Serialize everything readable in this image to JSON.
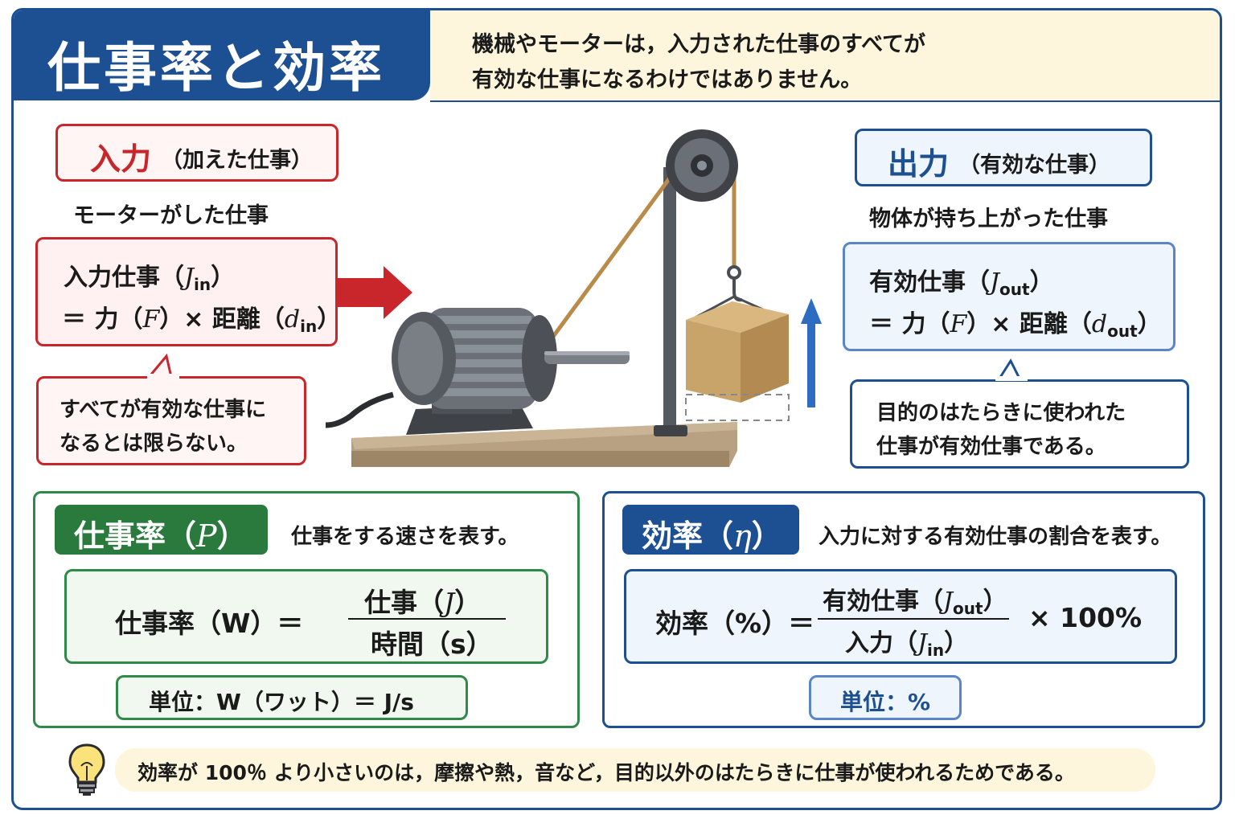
{
  "header": {
    "title": "仕事率と効率",
    "intro_line1": "機械やモーターは，入力された仕事のすべてが",
    "intro_line2": "有効な仕事になるわけではありません。"
  },
  "input_side": {
    "label_main": "入力",
    "label_sub": "（加えた仕事）",
    "caption": "モーターがした仕事",
    "formula_line1_prefix": "入力仕事（",
    "formula_var_j": "J",
    "formula_sub_in": "in",
    "formula_close": "）",
    "formula_line2_prefix": "＝ 力（",
    "formula_var_f": "F",
    "formula_line2_mid": "）× 距離（",
    "formula_var_d": "d",
    "callout_line1": "すべてが有効な仕事に",
    "callout_line2": "なるとは限らない。"
  },
  "output_side": {
    "label_main": "出力",
    "label_sub": "（有効な仕事）",
    "caption": "物体が持ち上がった仕事",
    "formula_line1_prefix": "有効仕事（",
    "formula_var_j": "J",
    "formula_sub_out": "out",
    "formula_close": "）",
    "formula_line2_prefix": "＝ 力（",
    "formula_var_f": "F",
    "formula_line2_mid": "）× 距離（",
    "formula_var_d": "d",
    "callout_line1": "目的のはたらきに使われた",
    "callout_line2": "仕事が有効仕事である。"
  },
  "power_panel": {
    "badge_text": "仕事率（",
    "badge_var": "P",
    "badge_close": "）",
    "description": "仕事をする速さを表す。",
    "eq_left": "仕事率（W）＝",
    "eq_numerator_prefix": "仕事（",
    "eq_numerator_var": "J",
    "eq_numerator_close": "）",
    "eq_denominator": "時間（s）",
    "unit_text": "単位：W（ワット）＝ J/s"
  },
  "efficiency_panel": {
    "badge_text": "効率（",
    "badge_var": "η",
    "badge_close": "）",
    "description": "入力に対する有効仕事の割合を表す。",
    "eq_left": "効率（%）＝",
    "eq_numerator_prefix": "有効仕事（",
    "eq_numerator_var": "J",
    "eq_numerator_sub": "out",
    "eq_numerator_close": "）",
    "eq_denominator_prefix": "入力（",
    "eq_denominator_var": "J",
    "eq_denominator_sub": "in",
    "eq_denominator_close": "）",
    "eq_right": "× 100%",
    "unit_text": "単位：%"
  },
  "tip": {
    "icon": "light-bulb-icon",
    "text": "効率が 100％ より小さいのは，摩擦や熱，音など，目的以外のはたらきに仕事が使われるためである。"
  },
  "colors": {
    "navy": "#1d4f93",
    "red": "#c9262c",
    "green": "#2a7a3e",
    "cream": "#fdf6dd"
  }
}
